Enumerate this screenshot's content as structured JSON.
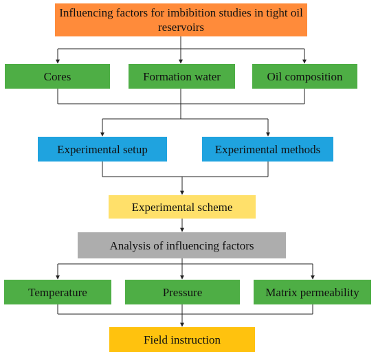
{
  "colors": {
    "orange": "#FF8B3A",
    "green": "#4EAE45",
    "blue": "#1FA3DF",
    "light_yellow": "#FFE06A",
    "gray": "#ADADAD",
    "gold": "#FFC20E",
    "connector": "#222222"
  },
  "nodes": {
    "root": "Influencing factors for imbibition studies in tight oil reservoirs",
    "cores": "Cores",
    "formation_water": "Formation water",
    "oil_composition": "Oil composition",
    "experimental_setup": "Experimental setup",
    "experimental_methods": "Experimental methods",
    "experimental_scheme": "Experimental scheme",
    "analysis": "Analysis of influencing factors",
    "temperature": "Temperature",
    "pressure": "Pressure",
    "matrix_permeability": "Matrix permeability",
    "field_instruction": "Field instruction"
  },
  "edges": [
    [
      "root",
      "cores"
    ],
    [
      "root",
      "formation_water"
    ],
    [
      "root",
      "oil_composition"
    ],
    [
      "cores",
      "experimental_setup"
    ],
    [
      "formation_water",
      "experimental_setup"
    ],
    [
      "oil_composition",
      "experimental_setup"
    ],
    [
      "cores",
      "experimental_methods"
    ],
    [
      "formation_water",
      "experimental_methods"
    ],
    [
      "oil_composition",
      "experimental_methods"
    ],
    [
      "experimental_setup",
      "experimental_scheme"
    ],
    [
      "experimental_methods",
      "experimental_scheme"
    ],
    [
      "experimental_scheme",
      "analysis"
    ],
    [
      "analysis",
      "temperature"
    ],
    [
      "analysis",
      "pressure"
    ],
    [
      "analysis",
      "matrix_permeability"
    ],
    [
      "temperature",
      "field_instruction"
    ],
    [
      "pressure",
      "field_instruction"
    ],
    [
      "matrix_permeability",
      "field_instruction"
    ]
  ]
}
